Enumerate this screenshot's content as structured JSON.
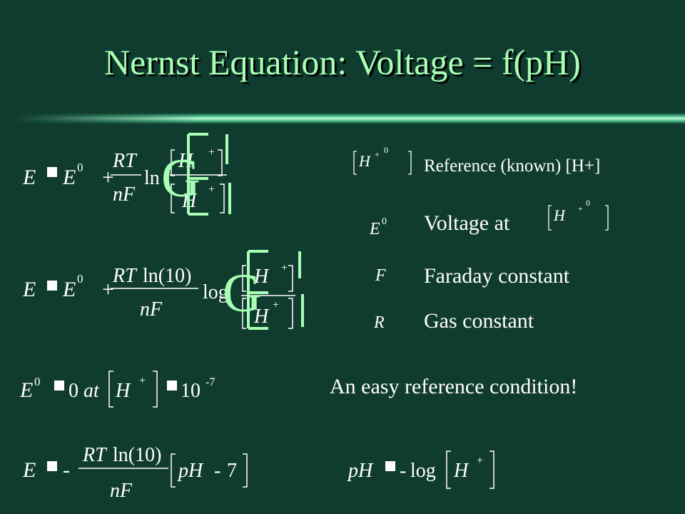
{
  "slide": {
    "title": "Nernst Equation: Voltage = f(pH)",
    "legend": [
      {
        "symbol": "",
        "text": "Reference (known) [H+]"
      },
      {
        "symbol": "E0",
        "text": "Voltage at"
      },
      {
        "symbol": "F",
        "text": "Faraday constant"
      },
      {
        "symbol": "R",
        "text": "Gas constant"
      }
    ],
    "note": "An easy reference condition!"
  }
}
